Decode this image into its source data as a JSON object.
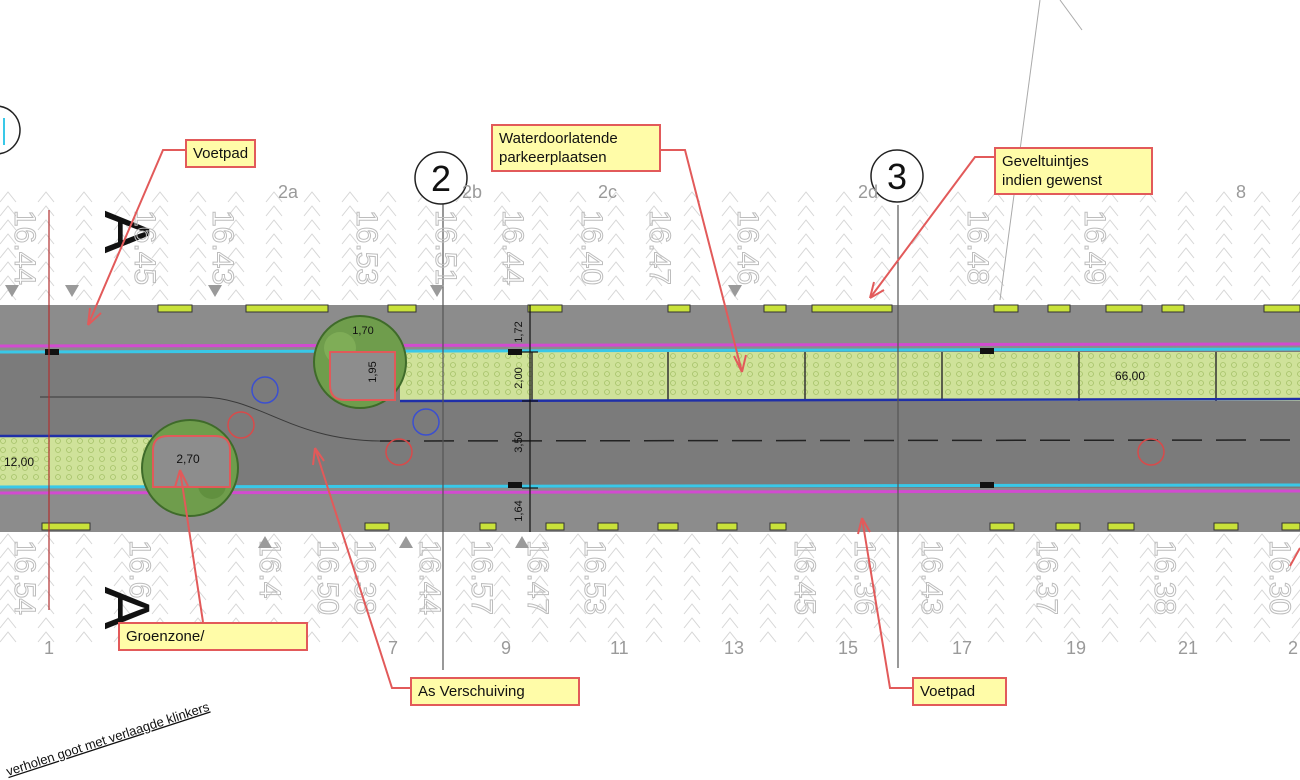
{
  "callouts": {
    "voetpad_top": "Voetpad",
    "water_line1": "Waterdoorlatende",
    "water_line2": "parkeerplaatsen",
    "gevel_line1": "Geveltuintjes",
    "gevel_line2": "indien gewenst",
    "groenzone": "Groenzone/",
    "as_verschuiving": "As Verschuiving",
    "voetpad_bottom": "Voetpad"
  },
  "section_markers": {
    "left": "A",
    "right": "A"
  },
  "grid_markers": [
    "2",
    "3"
  ],
  "house_numbers_top": [
    "2a",
    "2b",
    "2c",
    "2d",
    "8"
  ],
  "house_numbers_bottom": [
    "1",
    "7",
    "9",
    "11",
    "13",
    "15",
    "17",
    "19",
    "21",
    "2"
  ],
  "elevations_top": [
    "16.44",
    "16.45",
    "16.43",
    "16.53",
    "16.51",
    "16.44",
    "16.40",
    "16.47",
    "16.46",
    "16.48",
    "16.49"
  ],
  "elevations_bottom": [
    "16.54",
    "16.6",
    "16.4",
    "16.50",
    "16.38",
    "16.44",
    "16.57",
    "16.47",
    "16.53",
    "16.45",
    "16.36",
    "16.43",
    "16.37",
    "16.38",
    "16.30"
  ],
  "dimensions": {
    "sidewalk_top": "1,72",
    "parking": "2,00",
    "roadway": "3,50",
    "sidewalk_bottom": "1,64",
    "length_66": "66,00",
    "length_12": "12,00",
    "tree_1": "1,70",
    "tree_2": "1,95",
    "tree_3": "2,70"
  },
  "annotation": "verholen goot met verlaagde klinkers",
  "colors": {
    "pavement": "#8c8c8c",
    "road": "#7b7b7b",
    "green": "#cfe29a",
    "magenta": "#d24bd0",
    "cyan": "#39c8e8",
    "blue": "#1f2fa8",
    "callout_border": "#e25a5a",
    "callout_fill": "#fffca8",
    "lime": "#c9e23a"
  }
}
